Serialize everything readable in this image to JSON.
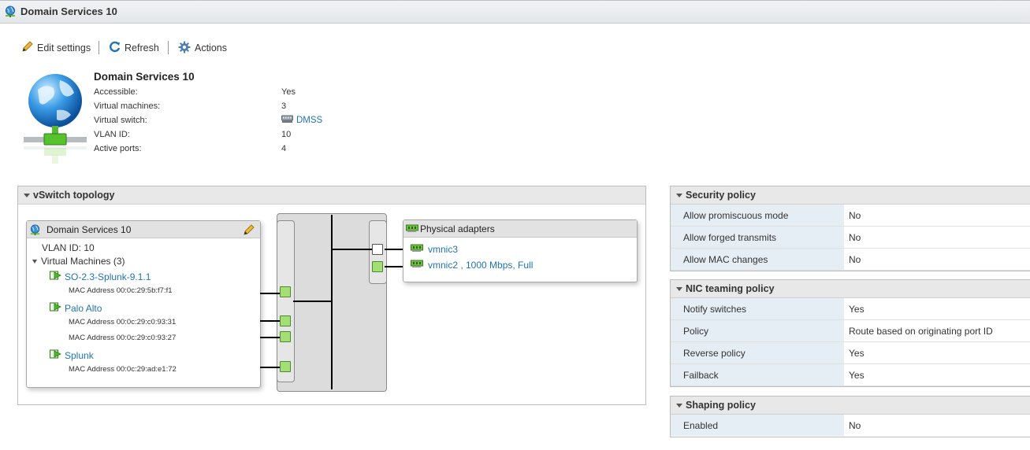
{
  "window": {
    "title": "Domain Services 10"
  },
  "toolbar": {
    "edit_label": "Edit settings",
    "refresh_label": "Refresh",
    "actions_label": "Actions"
  },
  "summary": {
    "name": "Domain Services 10",
    "props": [
      {
        "label": "Accessible:",
        "value": "Yes"
      },
      {
        "label": "Virtual machines:",
        "value": "3"
      },
      {
        "label": "Virtual switch:",
        "value": "DMSS"
      },
      {
        "label": "VLAN ID:",
        "value": "10"
      },
      {
        "label": "Active ports:",
        "value": "4"
      }
    ]
  },
  "topology": {
    "title": "vSwitch topology",
    "portgroup": {
      "name": "Domain Services 10",
      "vlan": "VLAN ID: 10",
      "vms_header": "Virtual Machines (3)",
      "vms": [
        {
          "name": "SO-2.3-Splunk-9.1.1",
          "macs": [
            "MAC Address 00:0c:29:5b:f7:f1"
          ]
        },
        {
          "name": "Palo Alto",
          "macs": [
            "MAC Address 00:0c:29:c0:93:31",
            "MAC Address 00:0c:29:c0:93:27"
          ]
        },
        {
          "name": "Splunk",
          "macs": [
            "MAC Address 00:0c:29:ad:e1:72"
          ]
        }
      ]
    },
    "adapters": {
      "title": "Physical adapters",
      "items": [
        {
          "name": "vmnic3"
        },
        {
          "name": "vmnic2 , 1000 Mbps, Full"
        }
      ]
    }
  },
  "security_policy": {
    "title": "Security policy",
    "rows": [
      {
        "k": "Allow promiscuous mode",
        "v": "No"
      },
      {
        "k": "Allow forged transmits",
        "v": "No"
      },
      {
        "k": "Allow MAC changes",
        "v": "No"
      }
    ]
  },
  "nic_teaming_policy": {
    "title": "NIC teaming policy",
    "rows": [
      {
        "k": "Notify switches",
        "v": "Yes"
      },
      {
        "k": "Policy",
        "v": "Route based on originating port ID"
      },
      {
        "k": "Reverse policy",
        "v": "Yes"
      },
      {
        "k": "Failback",
        "v": "Yes"
      }
    ]
  },
  "shaping_policy": {
    "title": "Shaping policy",
    "rows": [
      {
        "k": "Enabled",
        "v": "No"
      }
    ]
  },
  "colors": {
    "link": "#1f73b7",
    "port_green": "#a3df74",
    "key_bg": "#e5eef5"
  },
  "icons": [
    "network-globe-icon",
    "pencil-icon",
    "refresh-icon",
    "gear-icon",
    "vswitch-icon",
    "vm-icon",
    "nic-icon",
    "port-icon"
  ]
}
